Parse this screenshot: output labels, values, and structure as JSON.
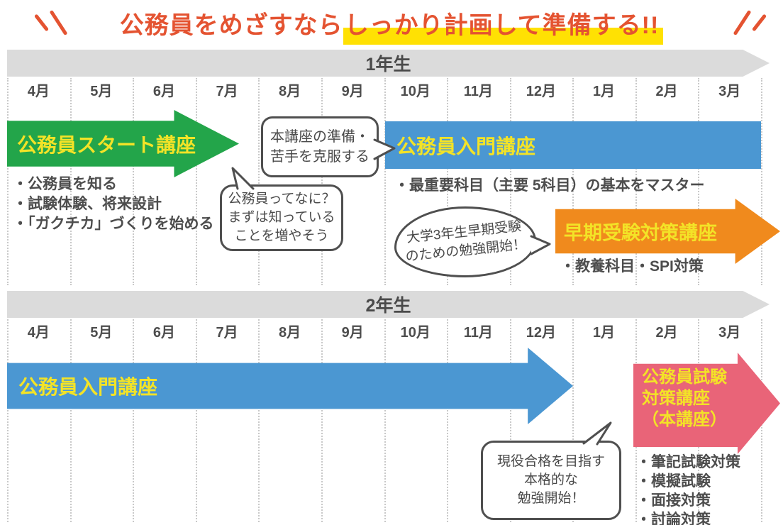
{
  "title": {
    "plain": "公務員をめざすなら",
    "highlighted": "しっかり計画して準備する!!"
  },
  "months": [
    "4月",
    "5月",
    "6月",
    "7月",
    "8月",
    "9月",
    "10月",
    "11月",
    "12月",
    "1月",
    "2月",
    "3月"
  ],
  "colors": {
    "title_red": "#e45331",
    "highlight_yellow": "#ffe103",
    "band_gray": "#dbdbdb",
    "green": "#23a54a",
    "blue": "#4b97d2",
    "orange": "#f08a1d",
    "red_pink": "#e96478",
    "label_yellow": "#f3e327",
    "text_dark": "#4d4d4d"
  },
  "year1": {
    "band_label": "1年生",
    "start_course": {
      "label": "公務員スタート講座",
      "bullets": [
        "・公務員を知る",
        "・試験体験、将来設計",
        "・「ガクチカ」づくりを始める"
      ]
    },
    "bubble_prepare": [
      "本講座の準備・",
      "苦手を克服する"
    ],
    "bubble_what": [
      "公務員ってなに？",
      "まずは知っている",
      "ことを増やそう"
    ],
    "intro_course": {
      "label": "公務員入門講座",
      "bullet": "・最重要科目（主要 5科目）の基本をマスター"
    },
    "bubble_early": [
      "大学3年生早期受験",
      "のための勉強開始！"
    ],
    "early_course": {
      "label": "早期受験対策講座",
      "bullet": "・教養科目・SPI対策"
    }
  },
  "year2": {
    "band_label": "2年生",
    "intro_course": {
      "label": "公務員入門講座"
    },
    "main_course": {
      "label_lines": [
        "公務員試験",
        "対策講座",
        "（本講座）"
      ],
      "bullets": [
        "・筆記試験対策",
        "・模擬試験",
        "・面接対策",
        "・討論対策"
      ]
    },
    "bubble_serious": [
      "現役合格を目指す",
      "本格的な",
      "勉強開始！"
    ]
  }
}
